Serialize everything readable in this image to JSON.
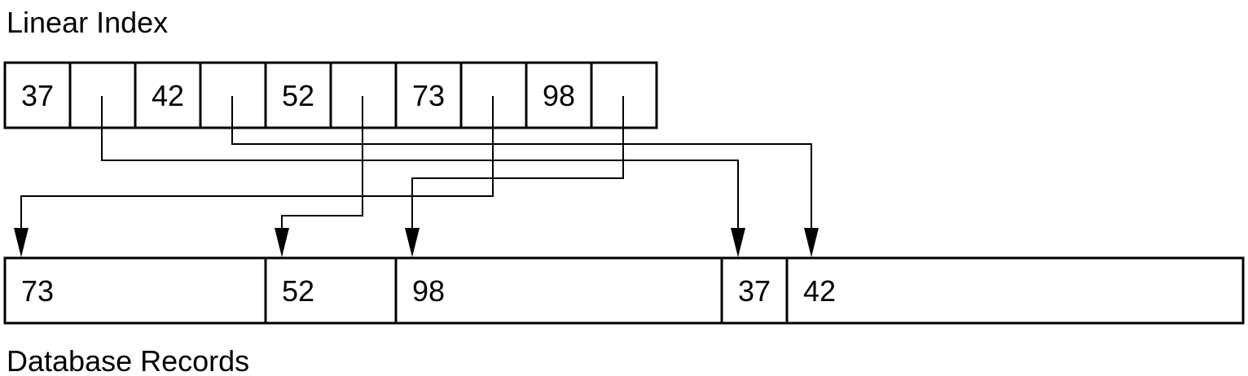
{
  "index_title": "Linear Index",
  "records_title": "Database Records",
  "index_entries": [
    {
      "key": "37",
      "points_to_record": 3
    },
    {
      "key": "42",
      "points_to_record": 4
    },
    {
      "key": "52",
      "points_to_record": 1
    },
    {
      "key": "73",
      "points_to_record": 0
    },
    {
      "key": "98",
      "points_to_record": 2
    }
  ],
  "records": [
    {
      "key": "73"
    },
    {
      "key": "52"
    },
    {
      "key": "98"
    },
    {
      "key": "37"
    },
    {
      "key": "42"
    }
  ],
  "colors": {
    "line": "#000000",
    "background": "#ffffff"
  }
}
